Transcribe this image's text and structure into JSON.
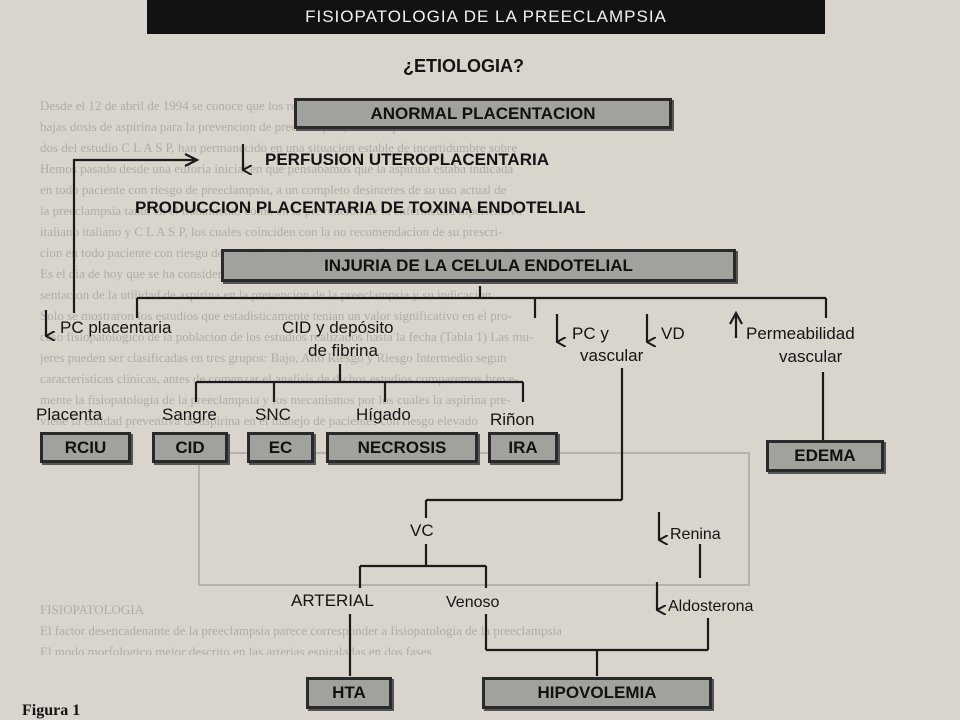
{
  "title": "FISIOPATOLOGIA DE LA PREECLAMPSIA",
  "etiology": "¿ETIOLOGIA?",
  "abnormal_placentation": "ANORMAL PLACENTACION",
  "perfusion": "PERFUSION UTEROPLACENTARIA",
  "toxin": "PRODUCCION PLACENTARIA DE TOXINA ENDOTELIAL",
  "injury": "INJURIA DE LA CELULA ENDOTELIAL",
  "branches": {
    "pc_placentaria": "PC placentaria",
    "cid_line1": "CID y depósito",
    "cid_line2": "de fibrina",
    "pcvd_line1": "PC y",
    "pcvd_vd": "VD",
    "pcvd_line2": "vascular",
    "perm_line1": "Permeabilidad",
    "perm_line2": "vascular"
  },
  "organs": {
    "placenta": "Placenta",
    "sangre": "Sangre",
    "snc": "SNC",
    "higado": "Hígado",
    "rinon": "Riñon"
  },
  "outcomes": {
    "rciu": "RCIU",
    "cid": "CID",
    "ec": "EC",
    "necrosis": "NECROSIS",
    "ira": "IRA",
    "edema": "EDEMA",
    "hta": "HTA",
    "hipovolemia": "HIPOVOLEMIA"
  },
  "vc": {
    "label": "VC",
    "arterial": "ARTERIAL",
    "venoso": "Venoso"
  },
  "renina": "Renina",
  "aldosterona": "Aldosterona",
  "caption": "Figura 1"
}
